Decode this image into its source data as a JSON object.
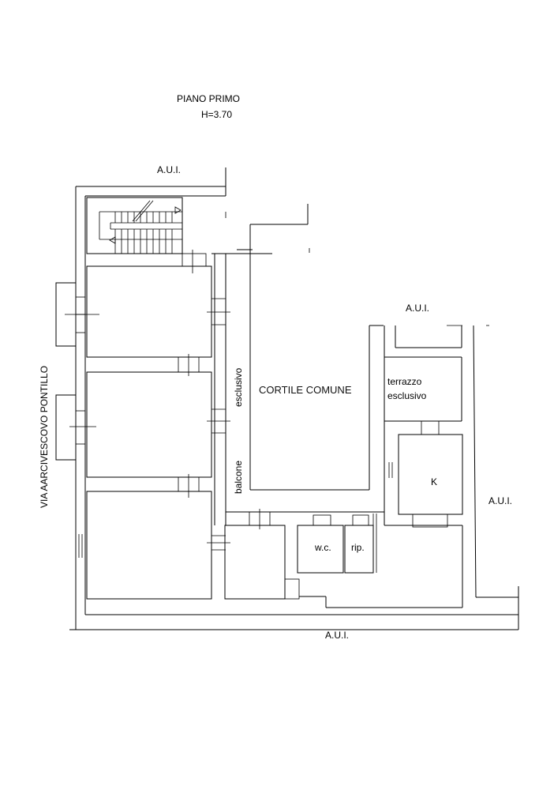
{
  "plan": {
    "title": "PIANO PRIMO",
    "height_label": "H=3.70",
    "street": "VIA AARCIVESCOVO PONTILLO",
    "aui_top": "A.U.I.",
    "aui_right_top": "A.U.I.",
    "aui_right": "A.U.I.",
    "aui_bottom": "A.U.I.",
    "courtyard": "CORTILE COMUNE",
    "balcony_word1": "esclusivo",
    "balcony_word2": "balcone",
    "terrace_line1": "terrazzo",
    "terrace_line2": "esclusivo",
    "kitchen": "K",
    "wc": "w.c.",
    "storage": "rip."
  }
}
